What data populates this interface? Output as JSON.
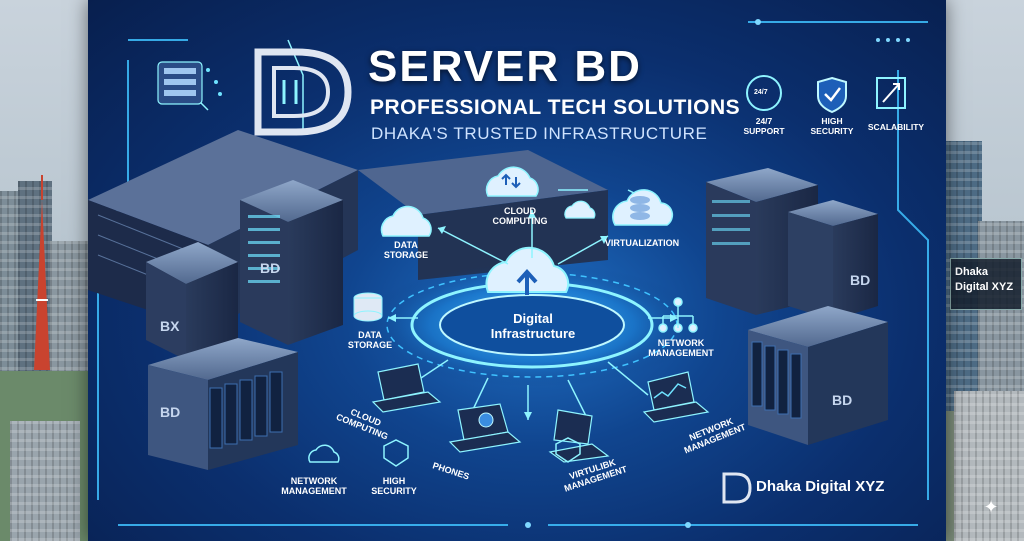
{
  "title": "SERVER BD",
  "subtitle": "PROFESSIONAL TECH SOLUTIONS",
  "tagline": "DHAKA'S TRUSTED INFRASTRUCTURE",
  "badges": [
    {
      "label": "24/7\nSUPPORT",
      "icon": "headset-icon",
      "icon_text": "24/7"
    },
    {
      "label": "HIGH\nSECURITY",
      "icon": "shield-icon"
    },
    {
      "label": "SCALABILITY",
      "icon": "scale-arrow-icon"
    }
  ],
  "center": {
    "line1": "Digital",
    "line2": "Infrastructure"
  },
  "labels": {
    "data_storage_top": "DATA\nSTORAGE",
    "cloud_computing_top": "CLOUD\nCOMPUTING",
    "virtualization_top": "VIRTUALIZATION",
    "data_storage_mid": "DATA\nSTORAGE",
    "network_mgmt_right": "NETWORK\nMANAGEMENT",
    "cloud_computing_low": "CLOUD\nCOMPUTING",
    "network_mgmt_low": "NETWORK\nMANAGEMENT",
    "high_security_low": "HIGH\nSECURITY",
    "phones": "PHONES",
    "virtual_mgmt": "VIRTULIBK\nMANAGEMENT",
    "network_mgmt_right_low": "NETWORK\nMANAGEMENT"
  },
  "server_marks": {
    "left_mid": "BD",
    "left_low": "BX",
    "left_front": "BD",
    "right_mid": "BD",
    "right_front": "BD"
  },
  "logo_letter": "D",
  "brand": "Dhaka Digital XYZ",
  "city_sign": {
    "line1": "Dhaka",
    "line2": "Digital XYZ"
  },
  "colors": {
    "accent": "#39c7ff",
    "poster_dark": "#081f4e",
    "poster_mid": "#10458f",
    "glow": "#6fe3ff"
  }
}
